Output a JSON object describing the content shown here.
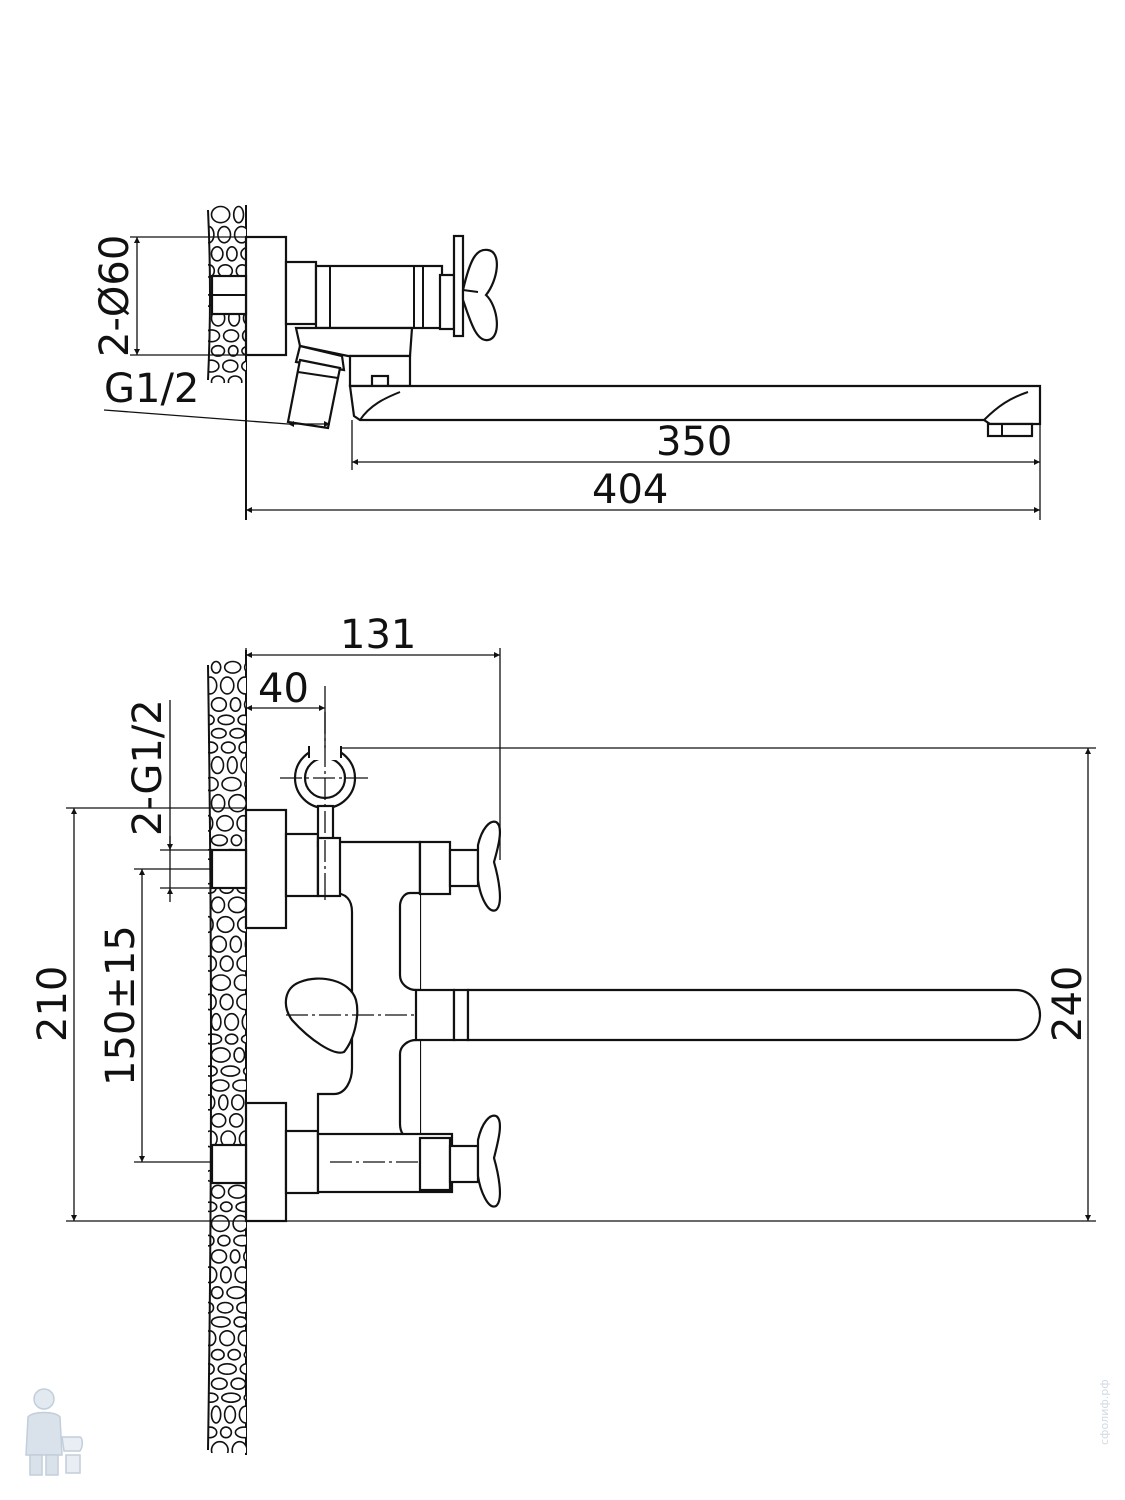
{
  "colors": {
    "line": "#111111",
    "background": "#ffffff",
    "watermark": "#c9d3de"
  },
  "top_view": {
    "dims": {
      "d1": "2-Ø60",
      "d2": "G1/2",
      "d3": "350",
      "d4": "404"
    }
  },
  "front_view": {
    "dims": {
      "d1": "131",
      "d2": "40",
      "d3": "2-G1/2",
      "d4": "210",
      "d5": "150±15",
      "d6": "240"
    }
  },
  "watermark": {
    "logo": "plumber-logo-icon",
    "text": "сфолиф.рф"
  }
}
